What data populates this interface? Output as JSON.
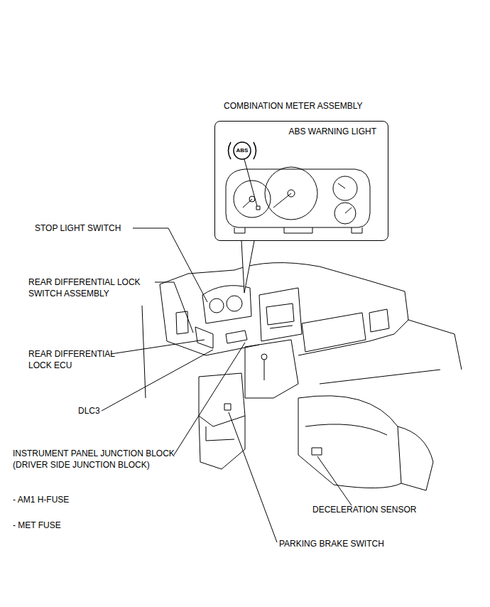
{
  "diagram": {
    "nodes": [
      {
        "text": [
          "COMBINATION METER ASSEMBLY",
          "ABS WARNING LIGHT"
        ]
      }
    ],
    "labels": [
      "ABS",
      "STOP LIGHT SWITCH",
      "REAR DIFFERENTIAL LOCK SWITCH ASSEMBLY",
      "REAR DIFFERENTIAL LOCK ECU",
      "DLC3",
      "INSTRUMENT PANEL JUNCTION BLOCK (DRIVER SIDE JUNCTION BLOCK)",
      "- AM1 H-FUSE",
      "- MET FUSE",
      "DECELERATION SENSOR",
      "PARKING BRAKE SWITCH"
    ]
  }
}
